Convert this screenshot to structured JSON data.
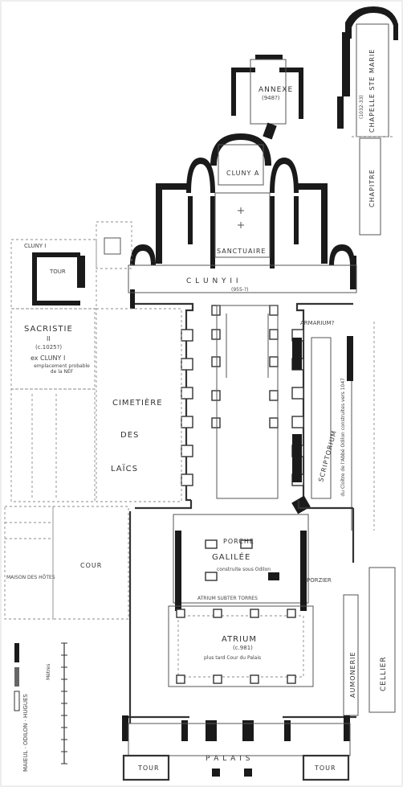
{
  "labels": {
    "annexe": "ANNEXE",
    "annexe_date": "(948?)",
    "chapelle": "CHAPELLE STE MARIE",
    "chapelle_date": "(1032-33)",
    "cluny_a": "CLUNY A",
    "sanctuaire": "SANCTUAIRE",
    "cluny_ii": "C L U N Y   I I",
    "cluny_ii_date": "(955-?)",
    "chapitre": "CHAPITRE",
    "cluny_i": "CLUNY I",
    "tour_tl": "TOUR",
    "sacristie": "SACRISTIE",
    "sacristie_num": "II",
    "sacristie_date": "(c.1025?)",
    "ex_cluny": "ex CLUNY I",
    "emplacement": "emplacement probable de la NEF",
    "cimetiere": "CIMETIÈRE",
    "des": "DES",
    "laics": "LAÏCS",
    "armarium": "ARMARIUM?",
    "scriptorium": "SCRIPTORIUM",
    "galilee": "GALILÉE",
    "porche": "PORCHE",
    "galilee_note": "construite sous Odilon",
    "porzier": "PORZIER",
    "cour": "COUR",
    "maison_hotes": "MAISON DES HÔTES",
    "atrium": "ATRIUM",
    "atrium_date": "(c.981)",
    "atrium_note": "plus tard Cour du Palais",
    "atrium_sub": "ATRIUM SUBTER TORRES",
    "aumonerie": "AUMONERIE",
    "cellier": "CELLIER",
    "palais": "P A L A I S",
    "tour_b1": "TOUR",
    "tour_b2": "TOUR",
    "cloitre_note": "du Cloître de l'Abbé Odilon construites vers 1047",
    "legend_title": "MAIEUL · ODILON · HUGUES",
    "scale_title": "Mètres"
  }
}
